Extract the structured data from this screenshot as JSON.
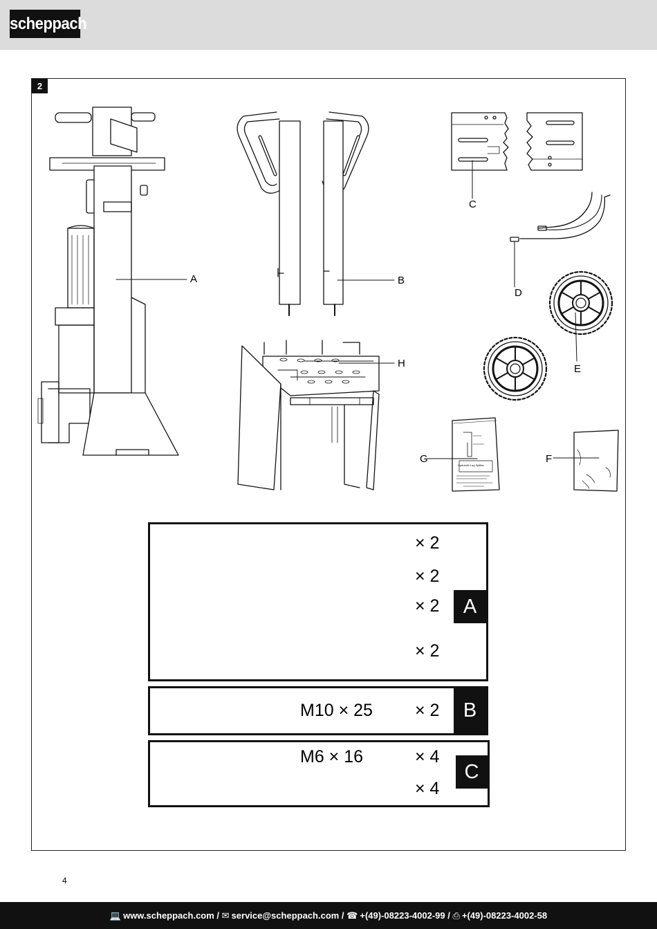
{
  "brand": {
    "logo_text": "scheppach"
  },
  "figure": {
    "number": "2"
  },
  "callouts": {
    "A": "A",
    "B": "B",
    "C": "C",
    "D": "D",
    "E": "E",
    "F": "F",
    "G": "G",
    "H": "H"
  },
  "manual_cover": {
    "title": "Hydraulic Log Splitter"
  },
  "parts_box_a": {
    "letter": "A",
    "rows": [
      {
        "qty": "× 2"
      },
      {
        "qty": "× 2"
      },
      {
        "qty": "× 2"
      },
      {
        "qty": "× 2"
      }
    ]
  },
  "parts_box_b": {
    "letter": "B",
    "size": "M10 ×  25",
    "qty": "× 2"
  },
  "parts_box_c": {
    "letter": "C",
    "size": "M6  ×  16",
    "qty1": "× 4",
    "qty2": "× 4"
  },
  "page_number": "4",
  "footer": {
    "website": "www.scheppach.com /",
    "email": "service@scheppach.com /",
    "phone": "+(49)-08223-4002-99 /",
    "fax": "+(49)-08223-4002-58"
  }
}
